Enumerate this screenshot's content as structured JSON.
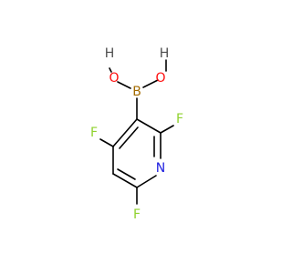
{
  "molecule": {
    "atoms": {
      "h1": "H",
      "h2": "H",
      "o1": "O",
      "o2": "O",
      "b": "B",
      "f_top_right": "F",
      "f_left": "F",
      "f_bottom": "F",
      "n": "N"
    },
    "colors": {
      "H": "#4d4d4d",
      "O": "#ff0d0d",
      "B": "#a36b00",
      "F": "#8fd12e",
      "N": "#2020e0",
      "bond": "#000000"
    }
  }
}
